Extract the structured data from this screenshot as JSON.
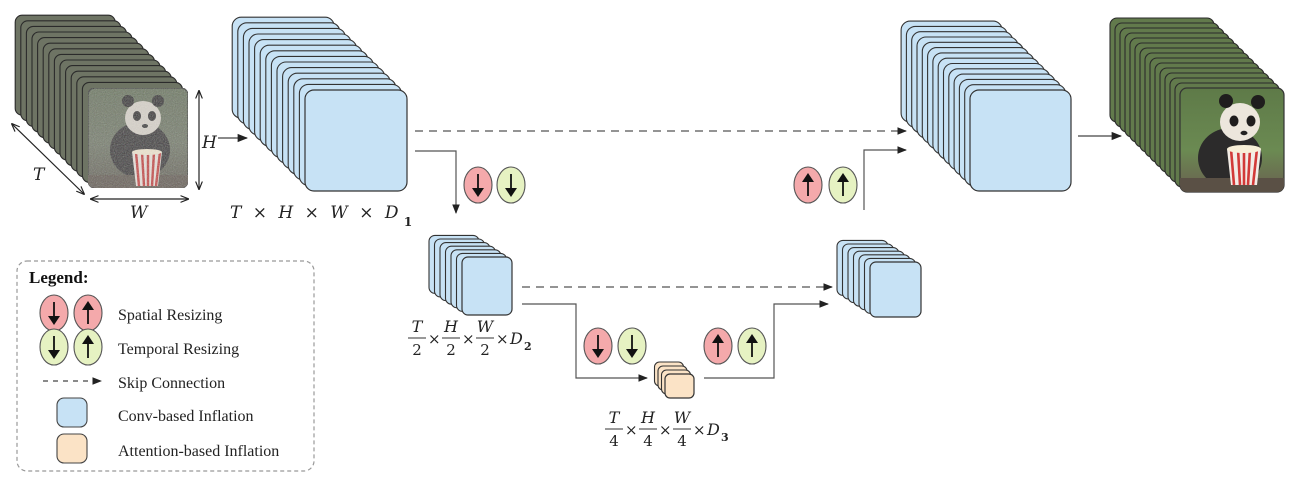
{
  "diagram": {
    "type": "video-unet-architecture",
    "input": {
      "name": "input-video-frames",
      "content": "noisy panda eating popcorn frames",
      "dim_labels": {
        "time": "T",
        "height": "H",
        "width": "W"
      }
    },
    "output": {
      "name": "output-video-frames",
      "content": "clean panda eating popcorn frames"
    },
    "stages": [
      {
        "id": "enc1",
        "kind": "conv",
        "dims": {
          "t": "T",
          "h": "H",
          "w": "W",
          "x": "×",
          "d": "D",
          "d_sub": "1"
        }
      },
      {
        "id": "enc2",
        "kind": "conv",
        "dims": {
          "t": "T",
          "h": "H",
          "w": "W",
          "den": "2",
          "x": "×",
          "d": "D",
          "d_sub": "2"
        }
      },
      {
        "id": "bottleneck",
        "kind": "attention",
        "dims": {
          "t": "T",
          "h": "H",
          "w": "W",
          "den": "4",
          "x": "×",
          "d": "D",
          "d_sub": "3"
        }
      },
      {
        "id": "dec2",
        "kind": "conv"
      },
      {
        "id": "dec1",
        "kind": "conv"
      }
    ],
    "resize_ops": [
      {
        "between": "enc1-enc2",
        "spatial": "down",
        "temporal": "down"
      },
      {
        "between": "enc2-bottleneck",
        "spatial": "down",
        "temporal": "down"
      },
      {
        "between": "bottleneck-dec2",
        "spatial": "up",
        "temporal": "up"
      },
      {
        "between": "dec2-dec1",
        "spatial": "up",
        "temporal": "up"
      }
    ],
    "skip_connections": [
      {
        "from": "enc1",
        "to": "dec1"
      },
      {
        "from": "enc2",
        "to": "dec2"
      }
    ]
  },
  "legend": {
    "title": "Legend:",
    "items": [
      {
        "icon": "spatial-resize-icons",
        "label": "Spatial Resizing"
      },
      {
        "icon": "temporal-resize-icons",
        "label": "Temporal Resizing"
      },
      {
        "icon": "dashed-arrow-icon",
        "label": "Skip Connection"
      },
      {
        "icon": "conv-block-icon",
        "label": "Conv-based Inflation"
      },
      {
        "icon": "attention-block-icon",
        "label": "Attention-based Inflation"
      }
    ]
  },
  "colors": {
    "conv_fill": "#c7e2f5",
    "attention_fill": "#fbe3c6",
    "spatial_fill": "#f4a9ab",
    "temporal_fill": "#e6f2c2",
    "stroke": "#333333",
    "arrow": "#555555"
  }
}
